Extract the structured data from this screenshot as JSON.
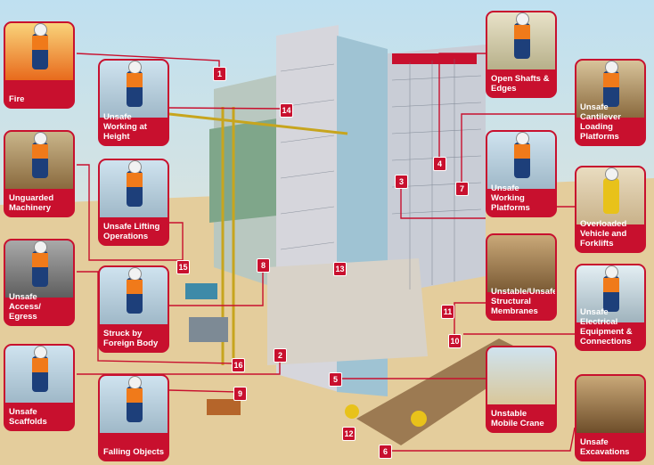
{
  "cards": [
    {
      "id": "fire",
      "label": "Fire"
    },
    {
      "id": "unsafe-working-at-height",
      "label": "Unsafe Working at Height"
    },
    {
      "id": "unguarded-machinery",
      "label": "Unguarded Machinery"
    },
    {
      "id": "unsafe-lifting-operations",
      "label": "Unsafe Lifting Operations"
    },
    {
      "id": "unsafe-access-egress",
      "label": "Unsafe Access/ Egress"
    },
    {
      "id": "struck-by-foreign-body",
      "label": "Struck by Foreign Body"
    },
    {
      "id": "unsafe-scaffolds",
      "label": "Unsafe Scaffolds"
    },
    {
      "id": "falling-objects",
      "label": "Falling Objects"
    },
    {
      "id": "open-shafts-edges",
      "label": "Open Shafts & Edges"
    },
    {
      "id": "unsafe-cantilever-loading-platforms",
      "label": "Unsafe Cantilever Loading Platforms"
    },
    {
      "id": "unsafe-working-platforms",
      "label": "Unsafe Working Platforms"
    },
    {
      "id": "overloaded-vehicle-forklifts",
      "label": "Overloaded Vehicle and Forklifts"
    },
    {
      "id": "unstable-unsafe-structural-membranes",
      "label": "Unstable/Unsafe Structural Membranes"
    },
    {
      "id": "unsafe-electrical-equipment",
      "label": "Unsafe Electrical Equipment & Connections"
    },
    {
      "id": "unstable-mobile-crane",
      "label": "Unstable Mobile Crane"
    },
    {
      "id": "unsafe-excavations",
      "label": "Unsafe Excavations"
    }
  ],
  "markers": [
    "1",
    "2",
    "3",
    "4",
    "5",
    "6",
    "7",
    "8",
    "9",
    "10",
    "11",
    "12",
    "13",
    "14",
    "15",
    "16"
  ],
  "colors": {
    "accent": "#c8102e",
    "sky": "#cfe6f2",
    "ground": "#e4cd9c"
  }
}
